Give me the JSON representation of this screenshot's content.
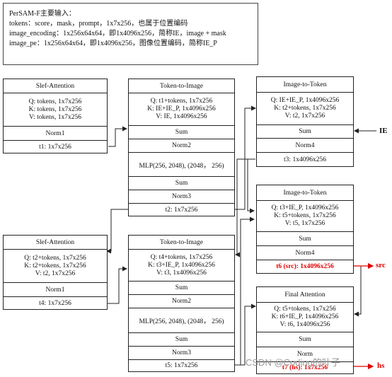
{
  "note": {
    "lines": [
      "PerSAM-F主要输入：",
      "tokens：score，mask，prompt，1x7x256，也属于位置编码",
      "image_encoding：1x256x64x64，即1x4096x256，简称IE，image + mask",
      "image_pe：1x256x64x64，即1x4096x256，图像位置编码，简称IE_P"
    ]
  },
  "blocks": {
    "self_attn_1": {
      "title": "Slef-Attention",
      "lines": [
        "Q: tokens, 1x7x256",
        "K: tokens, 1x7x256",
        "V: tokens, 1x7x256"
      ],
      "norm": "Norm1",
      "out": "t1: 1x7x256"
    },
    "tok2img_1": {
      "title": "Token-to-Image",
      "lines": [
        "Q: t1+tokens, 1x7x256",
        "K: IE+IE_P, 1x4096x256",
        "V: IE, 1x4096x256"
      ],
      "sum1": "Sum",
      "norm2": "Norm2",
      "mlp": "MLP(256, 2048), (2048， 256)",
      "sum2": "Sum",
      "norm3": "Norm3",
      "out": "t2: 1x7x256"
    },
    "img2tok_1": {
      "title": "Image-to-Token",
      "lines": [
        "Q: IE+IE_P, 1x4096x256",
        "K: t2+tokens, 1x7x256",
        "V: t2, 1x7x256"
      ],
      "sum": "Sum",
      "norm": "Norm4",
      "out": "t3: 1x4096x256"
    },
    "img2tok_2": {
      "title": "Image-to-Token",
      "lines": [
        "Q: t3+IE_P, 1x4096x256",
        "K: t5+tokens, 1x7x256",
        "V: t5, 1x7x256"
      ],
      "sum": "Sum",
      "norm": "Norm4",
      "out": "t6 (src): 1x4096x256"
    },
    "self_attn_2": {
      "title": "Slef-Attention",
      "lines": [
        "Q: t2+tokens, 1x7x256",
        "K: t2+tokens, 1x7x256",
        "V: t2, 1x7x256"
      ],
      "norm": "Norm1",
      "out": "t4: 1x7x256"
    },
    "tok2img_2": {
      "title": "Token-to-Image",
      "lines": [
        "Q: t4+tokens, 1x7x256",
        "K: t3+IE_P, 1x4096x256",
        "V: t3, 1x4096x256"
      ],
      "sum1": "Sum",
      "norm2": "Norm2",
      "mlp": "MLP(256, 2048), (2048， 256)",
      "sum2": "Sum",
      "norm3": "Norm3",
      "out": "t5: 1x7x256"
    },
    "final_attn": {
      "title": "Final Attention",
      "lines": [
        "Q: t5+tokens, 1x7x256",
        "K: t6+IE_P, 1x4096x256",
        "V: t6, 1x4096x256"
      ],
      "sum": "Sum",
      "norm": "Norm",
      "out": "t7 (hs): 1x7x256"
    }
  },
  "labels": {
    "ie": "IE",
    "src": "src",
    "hs": "hs"
  },
  "watermark": "CSDN @Coding的叶子",
  "colors": {
    "line": "#222222",
    "highlight": "#e00000"
  }
}
